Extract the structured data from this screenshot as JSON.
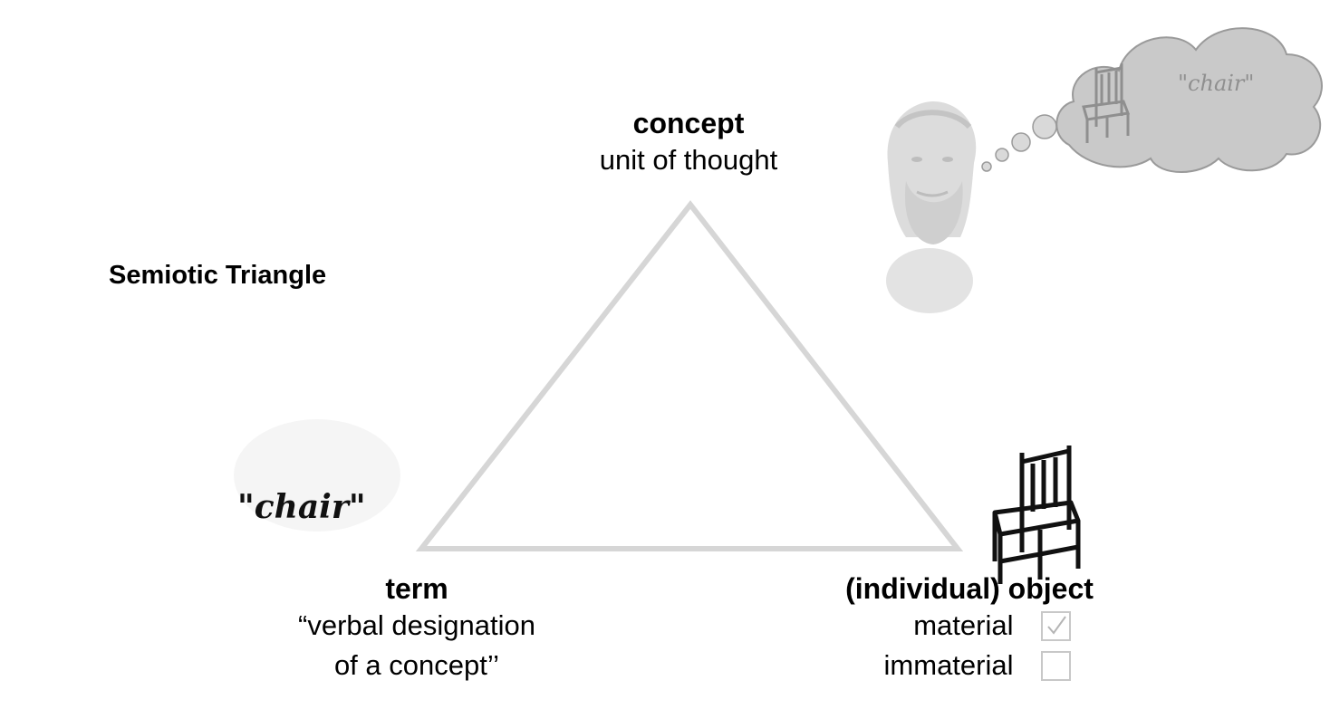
{
  "diagram": {
    "title": "Semiotic Triangle",
    "concept": {
      "title": "concept",
      "description": "unit of thought"
    },
    "term": {
      "title": "term",
      "description_line1": "“verbal designation",
      "description_line2": "of a concept’’",
      "image_text": "\"chair\""
    },
    "object": {
      "title": "(individual) object",
      "options": [
        {
          "label": "material",
          "checked": true
        },
        {
          "label": "immaterial",
          "checked": false
        }
      ]
    },
    "thought_bubble_text": "\"chair\"",
    "colors": {
      "triangle_stroke": "#d6d6d6",
      "checkbox_border": "#c8c8c8",
      "bubble_fill": "#c9c9c9"
    }
  }
}
